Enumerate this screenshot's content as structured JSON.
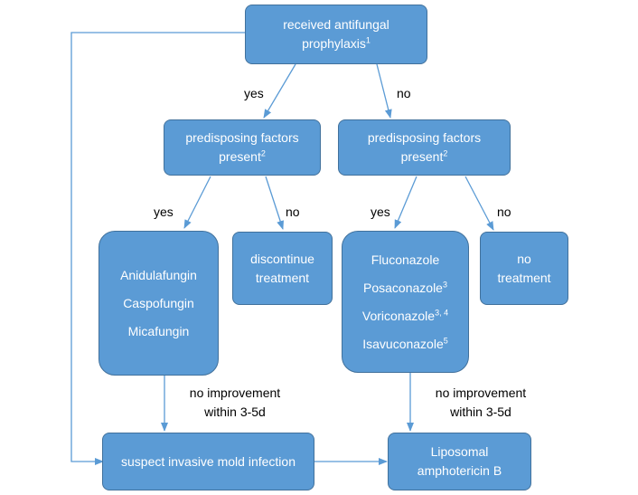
{
  "nodes": {
    "root": {
      "text": "received antifungal prophylaxis",
      "sup": "1"
    },
    "left_factors": {
      "text": "predisposing factors present",
      "sup": "2"
    },
    "right_factors": {
      "text": "predisposing factors present",
      "sup": "2"
    },
    "echinocandins": [
      {
        "name": "Anidulafungin",
        "sup": ""
      },
      {
        "name": "Caspofungin",
        "sup": ""
      },
      {
        "name": "Micafungin",
        "sup": ""
      }
    ],
    "discontinue": {
      "text": "discontinue treatment"
    },
    "azoles": [
      {
        "name": "Fluconazole",
        "sup": ""
      },
      {
        "name": "Posaconazole",
        "sup": "3"
      },
      {
        "name": "Voriconazole",
        "sup": "3, 4"
      },
      {
        "name": "Isavuconazole",
        "sup": "5"
      }
    ],
    "no_treatment": {
      "text": "no treatment"
    },
    "suspect_mold": {
      "text": "suspect invasive mold infection"
    },
    "amphotericin": {
      "text": "Liposomal amphotericin B"
    }
  },
  "labels": {
    "root_yes": "yes",
    "root_no": "no",
    "left_yes": "yes",
    "left_no": "no",
    "right_yes": "yes",
    "right_no": "no",
    "no_improvement_left_line1": "no improvement",
    "no_improvement_left_line2": "within 3-5d",
    "no_improvement_right_line1": "no improvement",
    "no_improvement_right_line2": "within 3-5d"
  },
  "colors": {
    "box_fill": "#5b9bd5",
    "box_border": "#41719c",
    "arrow": "#5b9bd5"
  }
}
